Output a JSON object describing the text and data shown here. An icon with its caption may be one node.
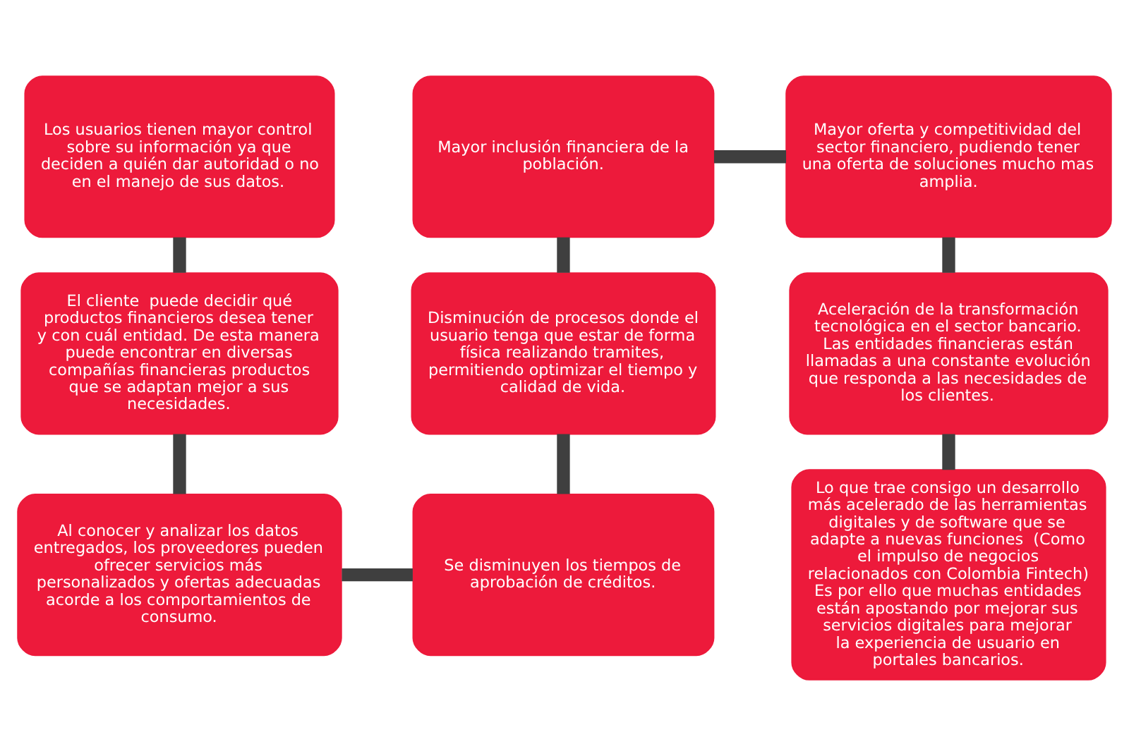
{
  "diagram": {
    "nodes": [
      {
        "text": [
          "Los usuarios tienen mayor control sobre su información ya que deciden a quién dar autoridad o no en el manejo de sus datos."
        ]
      },
      {
        "text": [
          "Mayor inclusión financiera de la población."
        ]
      },
      {
        "text": [
          "Mayor oferta y competitividad del sector financiero, pudiendo tener una oferta de soluciones mucho mas amplia."
        ]
      },
      {
        "text": [
          "El cliente  puede decidir qué productos financieros desea tener y con cuál entidad. De esta manera puede encontrar en diversas compañías financieras productos que se adaptan mejor a sus necesidades."
        ]
      },
      {
        "text": [
          "Disminución de procesos donde el usuario tenga que estar de forma física realizando tramites, permitiendo optimizar el tiempo y calidad de vida."
        ]
      },
      {
        "text": [
          "Aceleración de la transformación tecnológica en el sector bancario. Las entidades financieras están llamadas a una constante evolución que responda a las necesidades de los clientes."
        ]
      },
      {
        "text": [
          "Al conocer y analizar los datos entregados, los proveedores pueden ofrecer servicios más personalizados y ofertas adecuadas acorde a los comportamientos de consumo."
        ]
      },
      {
        "text": [
          "Se disminuyen los tiempos de aprobación de créditos."
        ]
      },
      {
        "text": [
          "Lo que trae consigo un desarrollo más acelerado de las herramientas digitales y de software que se adapte a nuevas funciones  (Como el impulso de negocios relacionados con Colombia Fintech) Es por ello que muchas entidades están apostando por mejorar sus servicios digitales para mejorar la experiencia de usuario en portales bancarios."
        ]
      }
    ],
    "edges": [
      {
        "from": 0,
        "to": 3,
        "arrow": "none"
      },
      {
        "from": 3,
        "to": 6,
        "arrow": "none"
      },
      {
        "from": 6,
        "to": 7,
        "arrow": "none"
      },
      {
        "from": 7,
        "to": 4,
        "arrow": "none"
      },
      {
        "from": 4,
        "to": 1,
        "arrow": "none"
      },
      {
        "from": 1,
        "to": 2,
        "arrow": "none"
      },
      {
        "from": 2,
        "to": 5,
        "arrow": "none"
      },
      {
        "from": 5,
        "to": 8,
        "arrow": "none"
      }
    ]
  }
}
